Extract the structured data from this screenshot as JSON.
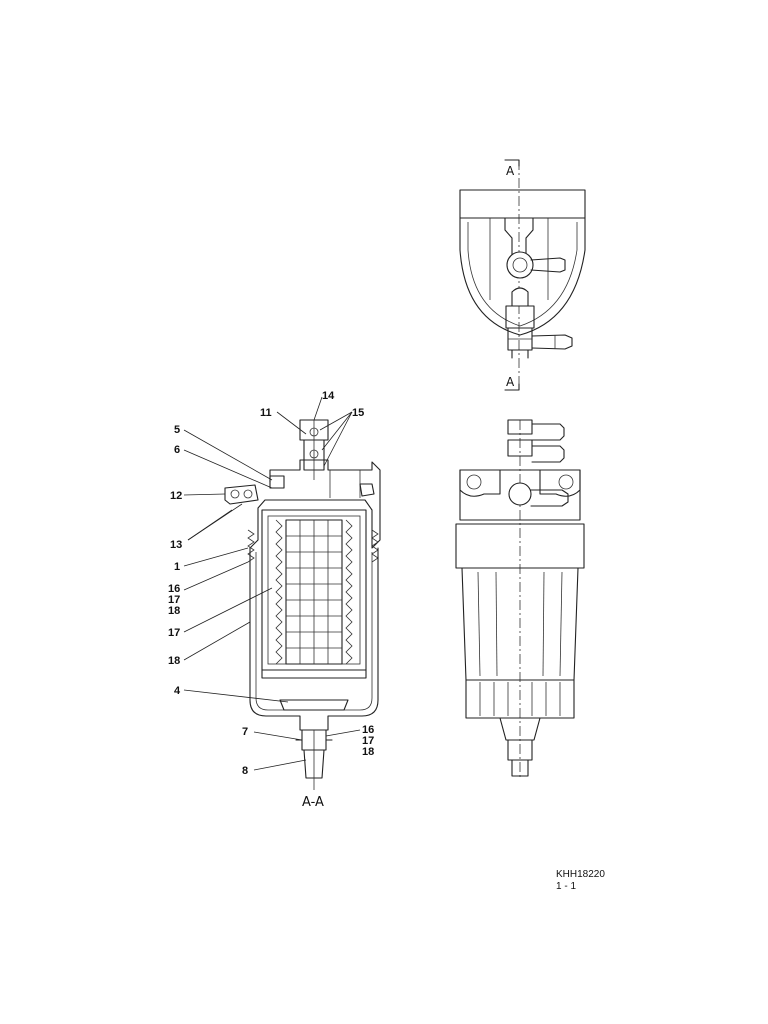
{
  "section_marks": {
    "top": "A",
    "bottom": "A"
  },
  "section_caption": "A-A",
  "callouts": [
    {
      "id": "c14",
      "text": "14"
    },
    {
      "id": "c11",
      "text": "11"
    },
    {
      "id": "c15",
      "text": "15"
    },
    {
      "id": "c5",
      "text": "5"
    },
    {
      "id": "c6",
      "text": "6"
    },
    {
      "id": "c12",
      "text": "12"
    },
    {
      "id": "c13",
      "text": "13"
    },
    {
      "id": "c1",
      "text": "1"
    },
    {
      "id": "c16a",
      "text": "16"
    },
    {
      "id": "c17a",
      "text": "17"
    },
    {
      "id": "c18a",
      "text": "18"
    },
    {
      "id": "c17b",
      "text": "17"
    },
    {
      "id": "c18b",
      "text": "18"
    },
    {
      "id": "c4",
      "text": "4"
    },
    {
      "id": "c7",
      "text": "7"
    },
    {
      "id": "c16b",
      "text": "16"
    },
    {
      "id": "c17c",
      "text": "17"
    },
    {
      "id": "c18c",
      "text": "18"
    },
    {
      "id": "c8",
      "text": "8"
    }
  ],
  "drawing_ref": {
    "code": "KHH18220",
    "sheet": "1 - 1"
  }
}
